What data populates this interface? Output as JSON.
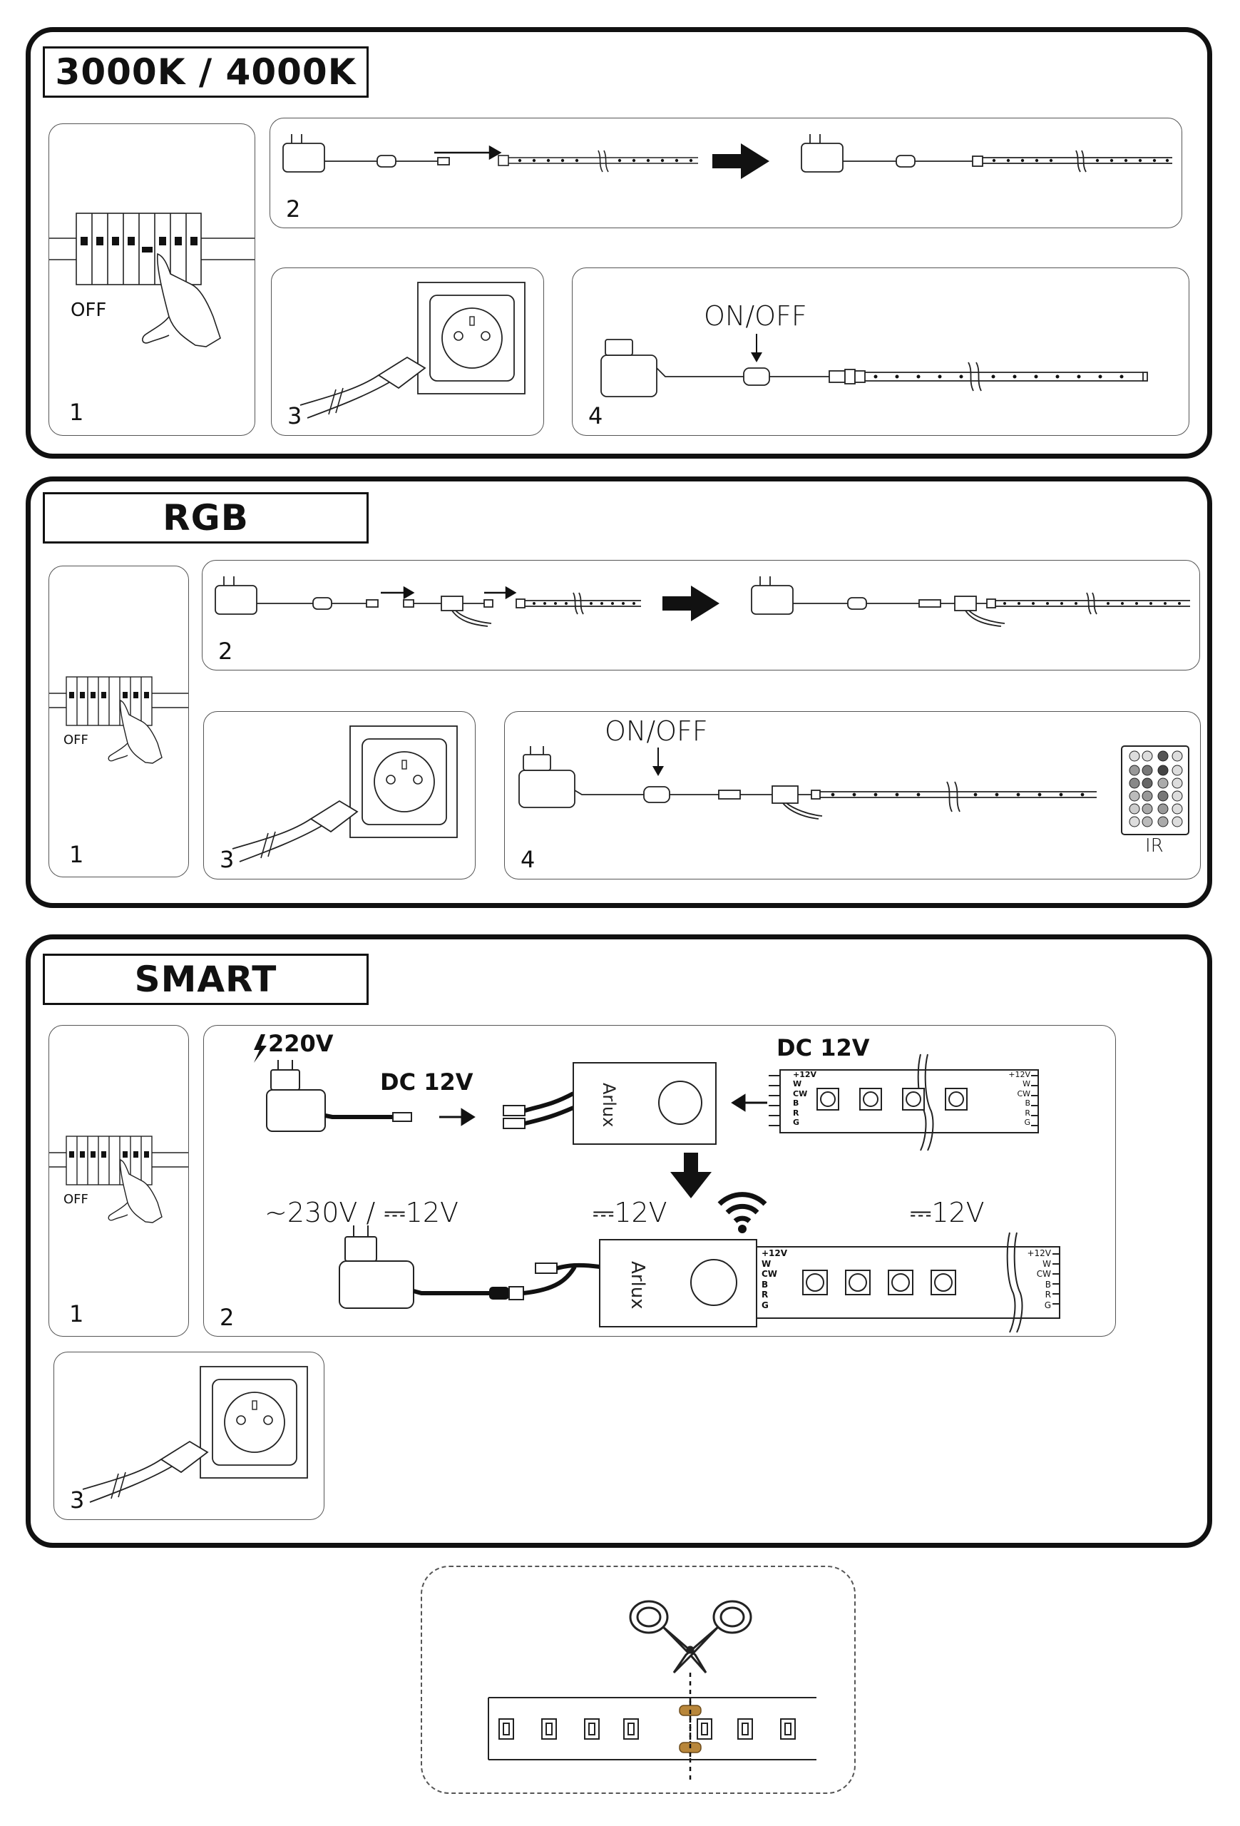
{
  "sections": {
    "warm": {
      "title": "3000K / 4000K",
      "step1_num": "1",
      "step1_off": "OFF",
      "step2_num": "2",
      "step3_num": "3",
      "step4_num": "4",
      "step4_onoff": "ON/OFF"
    },
    "rgb": {
      "title": "RGB",
      "step1_num": "1",
      "step1_off": "OFF",
      "step2_num": "2",
      "step3_num": "3",
      "step4_num": "4",
      "step4_onoff": "ON/OFF",
      "remote_label": "IR"
    },
    "smart": {
      "title": "SMART",
      "step1_num": "1",
      "step1_off": "OFF",
      "step2_num": "2",
      "step3_num": "3",
      "v220": "220V",
      "dc12_a": "DC 12V",
      "dc12_b": "DC 12V",
      "brand": "Arlux",
      "v230": "~230V / ⎓12V",
      "v12_mid": "⎓12V",
      "v12_right": "⎓12V",
      "pins": [
        "+12V",
        "W",
        "CW",
        "B",
        "R",
        "G"
      ]
    }
  }
}
